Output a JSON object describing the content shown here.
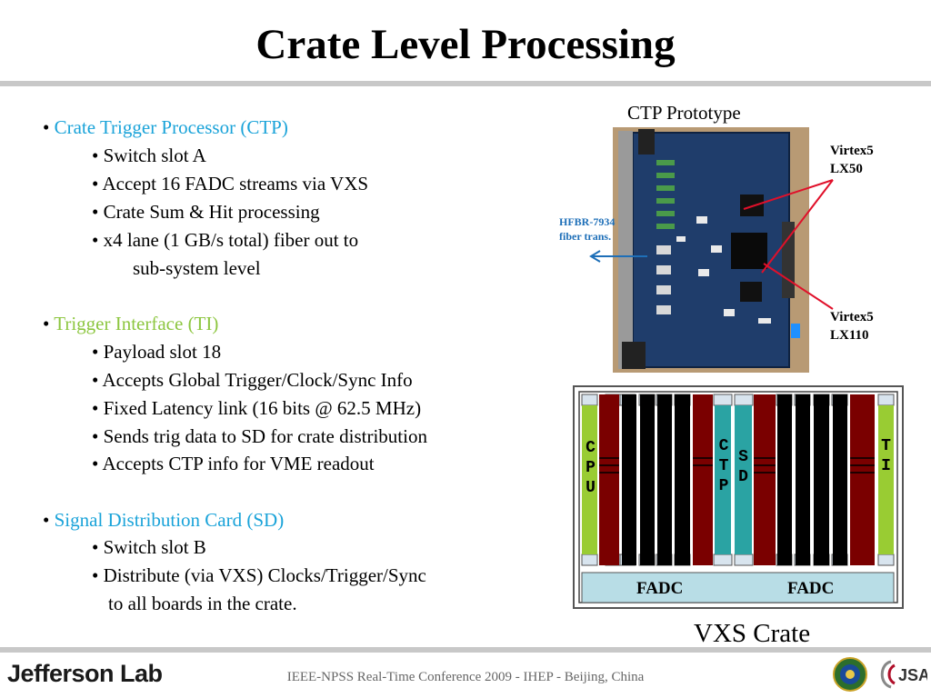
{
  "slide": {
    "title": "Crate Level Processing",
    "footer": "IEEE-NPSS Real-Time Conference 2009 - IHEP - Beijing, China",
    "logo_text": "Jefferson Lab"
  },
  "bullets": [
    {
      "bullet": "•",
      "text": "Crate Trigger Processor (CTP)"
    },
    {
      "bullet": "•",
      "text": "Switch slot A"
    },
    {
      "bullet": "•",
      "text": "Accept 16 FADC streams via VXS"
    },
    {
      "bullet": "•",
      "text": "Crate Sum & Hit processing"
    },
    {
      "bullet": "•",
      "text": "x4 lane (1 GB/s total) fiber out to"
    },
    {
      "text": "sub-system level"
    },
    {
      "bullet": "•",
      "text": "Trigger Interface (TI)"
    },
    {
      "bullet": "•",
      "text": "Payload slot 18"
    },
    {
      "bullet": "•",
      "text": "Accepts Global Trigger/Clock/Sync Info"
    },
    {
      "bullet": "•",
      "text": "Fixed Latency link (16 bits @ 62.5 MHz)"
    },
    {
      "bullet": "•",
      "text": "Sends trig data to SD for crate distribution"
    },
    {
      "bullet": "•",
      "text": "Accepts CTP info for VME readout"
    },
    {
      "bullet": "•",
      "text": "Signal Distribution Card (SD)"
    },
    {
      "bullet": "•",
      "text": "Switch slot B"
    },
    {
      "bullet": "•",
      "text": "Distribute (via VXS) Clocks/Trigger/Sync"
    },
    {
      "text": "to all boards in the crate."
    }
  ],
  "figure": {
    "caption": "CTP Prototype",
    "label_top": [
      "Virtex5",
      "LX50"
    ],
    "label_bottom": [
      "Virtex5",
      "LX110"
    ],
    "hfbr": [
      "HFBR-7934",
      "fiber trans."
    ]
  },
  "crate": {
    "caption": "VXS Crate",
    "cpu": [
      "C",
      "P",
      "U"
    ],
    "ctp": [
      "C",
      "T",
      "P"
    ],
    "sd": [
      "S",
      "D"
    ],
    "ti": [
      "T",
      "I"
    ],
    "fadc_left": "FADC",
    "fadc_right": "FADC"
  },
  "colors": {
    "cyan_heading": "#1aa3d9",
    "green_heading": "#8cc63f",
    "cpu_ti_slot": "#99cc33",
    "fadc_slot": "#7a0000",
    "switch_slot": "#2aa3a3",
    "backplane": "#b8dde6"
  }
}
